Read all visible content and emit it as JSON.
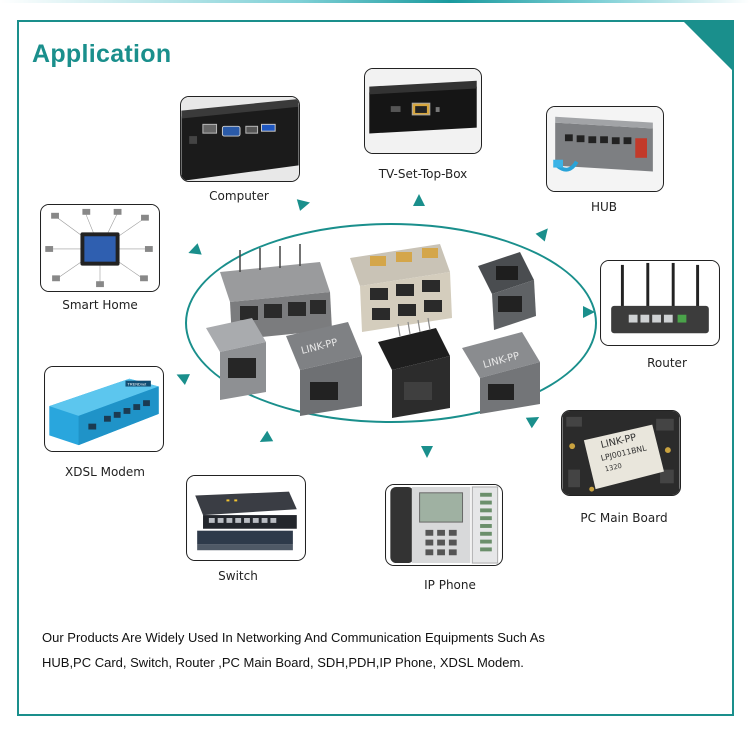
{
  "title": "Application",
  "items": {
    "computer": "Computer",
    "tv_set_top_box": "TV-Set-Top-Box",
    "hub": "HUB",
    "smart_home": "Smart Home",
    "router": "Router",
    "xdsl_modem": "XDSL Modem",
    "pc_main_board": "PC Main Board",
    "switch": "Switch",
    "ip_phone": "IP Phone"
  },
  "jack_brand": "LINK-PP",
  "chip_text": [
    "LINK-PP",
    "LPJ0011BNL",
    "1320"
  ],
  "modem_brand": "TRENDnet",
  "description": {
    "line1": "Our Products Are Widely Used In Networking And Communication Equipments Such As",
    "line2": "HUB,PC Card, Switch, Router ,PC Main Board, SDH,PDH,IP Phone, XDSL Modem."
  },
  "colors": {
    "accent": "#1a8f8c"
  }
}
